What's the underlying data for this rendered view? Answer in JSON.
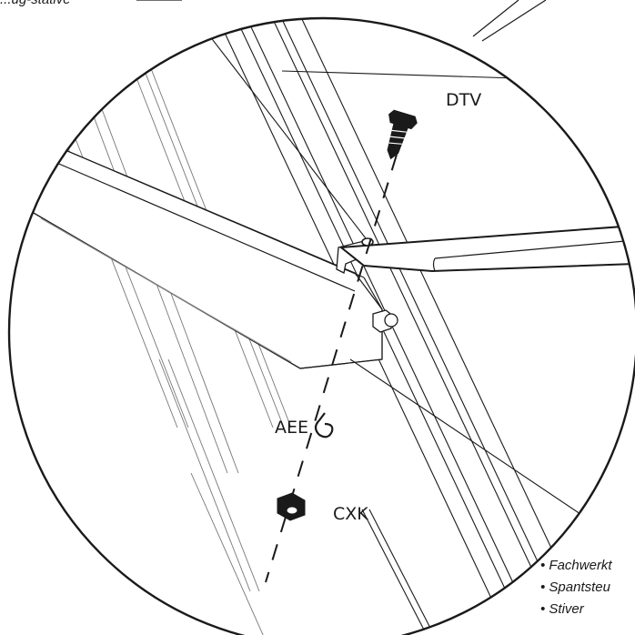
{
  "labels": {
    "top_left_partial": "...ug-stative",
    "bolt": "DTV",
    "washer": "AEE",
    "nut": "CXK"
  },
  "legend": [
    "• Fachwerkt",
    "• Spantsteu",
    "• Stiver"
  ]
}
